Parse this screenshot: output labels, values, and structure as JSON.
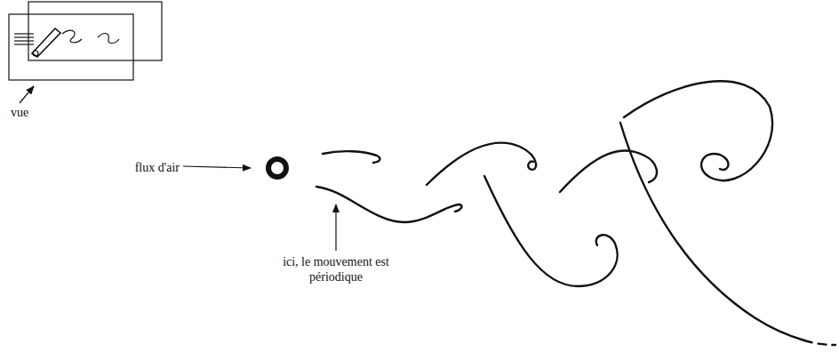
{
  "diagram": {
    "labels": [
      "vue",
      "flux d'air",
      "ici, le mouvement est périodique"
    ]
  }
}
